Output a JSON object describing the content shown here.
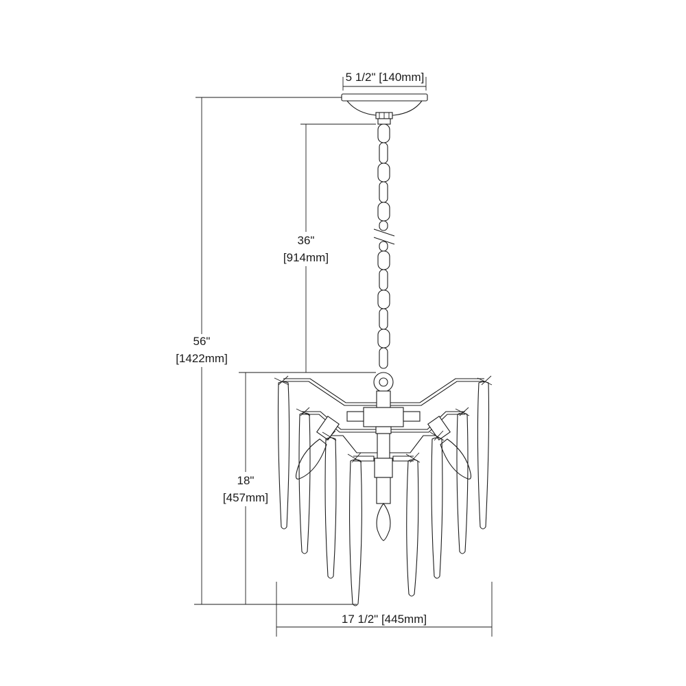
{
  "dimensions": {
    "canopy_width": "5 1/2\" [140mm]",
    "chain_length_in": "36\"",
    "chain_length_mm": "[914mm]",
    "overall_height_in": "56\"",
    "overall_height_mm": "[1422mm]",
    "fixture_height_in": "18\"",
    "fixture_height_mm": "[457mm]",
    "fixture_width": "17 1/2\" [445mm]"
  }
}
